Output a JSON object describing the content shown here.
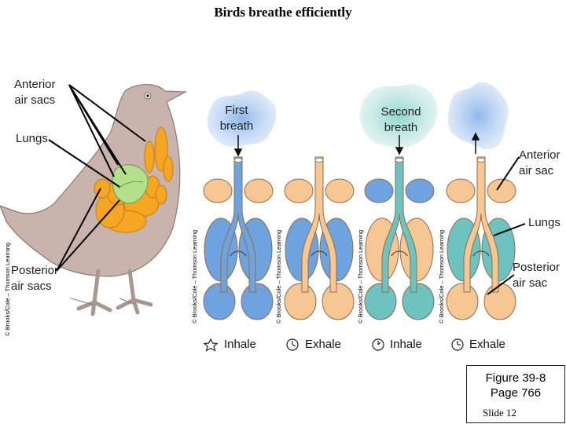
{
  "title": "Birds breathe efficiently",
  "labels": {
    "anterior_air_sacs": [
      "Anterior",
      "air sacs"
    ],
    "lungs_left": "Lungs",
    "posterior_air_sacs": [
      "Posterior",
      "air sacs"
    ],
    "first_breath": [
      "First",
      "breath"
    ],
    "second_breath": [
      "Second",
      "breath"
    ],
    "anterior_air_sac": [
      "Anterior",
      "air sac"
    ],
    "lungs_right": "Lungs",
    "posterior_air_sac": [
      "Posterior",
      "air sac"
    ]
  },
  "credit": "© Brooks/Cole – Thomson Learning",
  "phases": [
    {
      "icon": "star-icon",
      "label": "Inhale"
    },
    {
      "icon": "clock-icon",
      "label": "Exhale"
    },
    {
      "icon": "clock-icon",
      "label": "Inhale"
    },
    {
      "icon": "clock-icon",
      "label": "Exhale"
    }
  ],
  "figure": {
    "line1": "Figure 39-8",
    "line2": "Page 766",
    "slide": "Slide 12"
  },
  "colors": {
    "blue_air": "#6fa3df",
    "teal_air": "#6ec3c0",
    "orange_sac": "#f7c793",
    "bird_body": "#c8b4ad",
    "lung_green": "#b4e08c",
    "air_sac_orange": "#f5a623"
  }
}
